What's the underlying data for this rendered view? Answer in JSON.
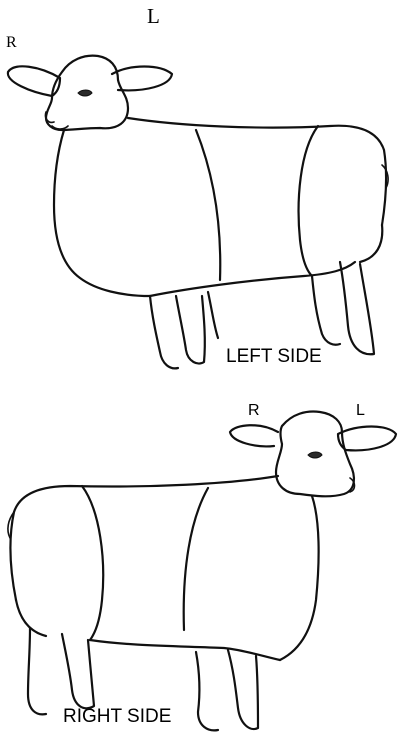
{
  "top_diagram": {
    "ear_label_left": "L",
    "ear_label_right": "R",
    "caption": "LEFT SIDE"
  },
  "bottom_diagram": {
    "ear_label_right": "R",
    "ear_label_left": "L",
    "caption": "RIGHT SIDE"
  }
}
